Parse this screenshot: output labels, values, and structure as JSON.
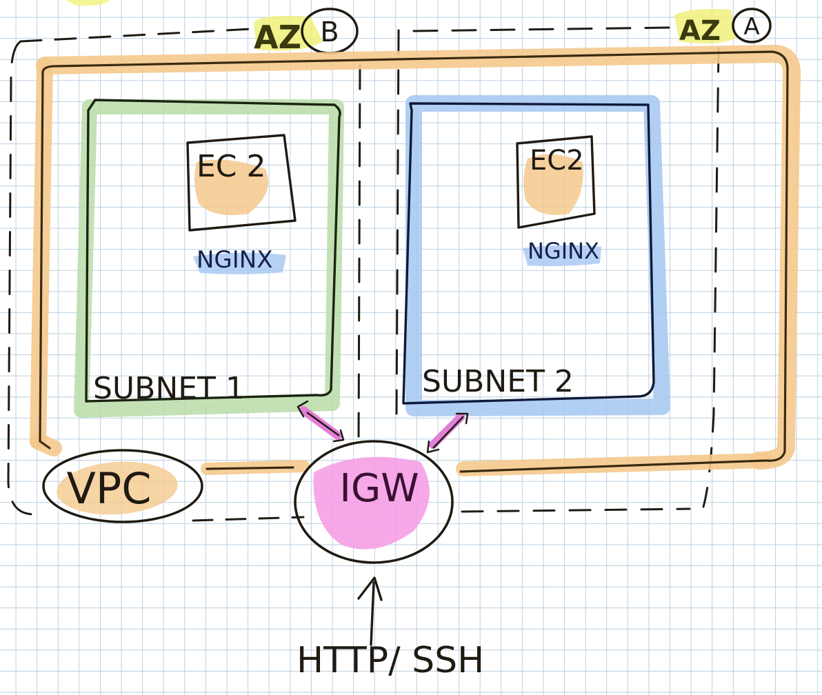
{
  "labels": {
    "az_b_prefix": "AZ",
    "az_b_badge": "B",
    "az_a_prefix": "AZ",
    "az_a_badge": "A",
    "ec2_left": "EC 2",
    "ec2_right": "EC2",
    "nginx_left": "NGINX",
    "nginx_right": "NGINX",
    "subnet_1": "SUBNET 1",
    "subnet_2": "SUBNET 2",
    "vpc": "VPC",
    "igw": "IGW",
    "traffic": "HTTP/ SSH"
  },
  "colors": {
    "vpc_orange": "#f5c98d",
    "subnet1_green": "#b9dca8",
    "subnet2_blue": "#a9c9f2",
    "igw_pink": "#f59fe6",
    "arrow_pink": "#e27fd6",
    "az_yellow": "#f0f07a",
    "ink": "#1f1a12"
  },
  "icons": [
    "bidirectional-arrow-icon",
    "up-arrow-icon"
  ]
}
